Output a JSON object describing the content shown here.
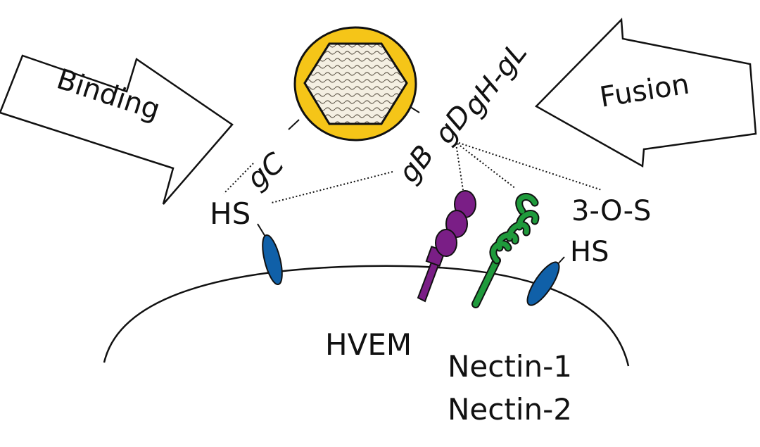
{
  "labels": {
    "binding": "Binding",
    "fusion": "Fusion",
    "glycoproteins_top": "gH-gL",
    "glycoproteins_mid": "gD",
    "glycoproteins_left": "gB",
    "gc": "gC",
    "hs_left": "HS",
    "three_os": "3-O-S",
    "hs_right": "HS",
    "hvem": "HVEM",
    "nectin1": "Nectin-1",
    "nectin2": "Nectin-2"
  },
  "colors": {
    "virion_envelope": "#f5c518",
    "hs_receptor": "#1060a8",
    "hvem": "#7a1e86",
    "nectin": "#1f9a3c",
    "outline": "#111111"
  }
}
